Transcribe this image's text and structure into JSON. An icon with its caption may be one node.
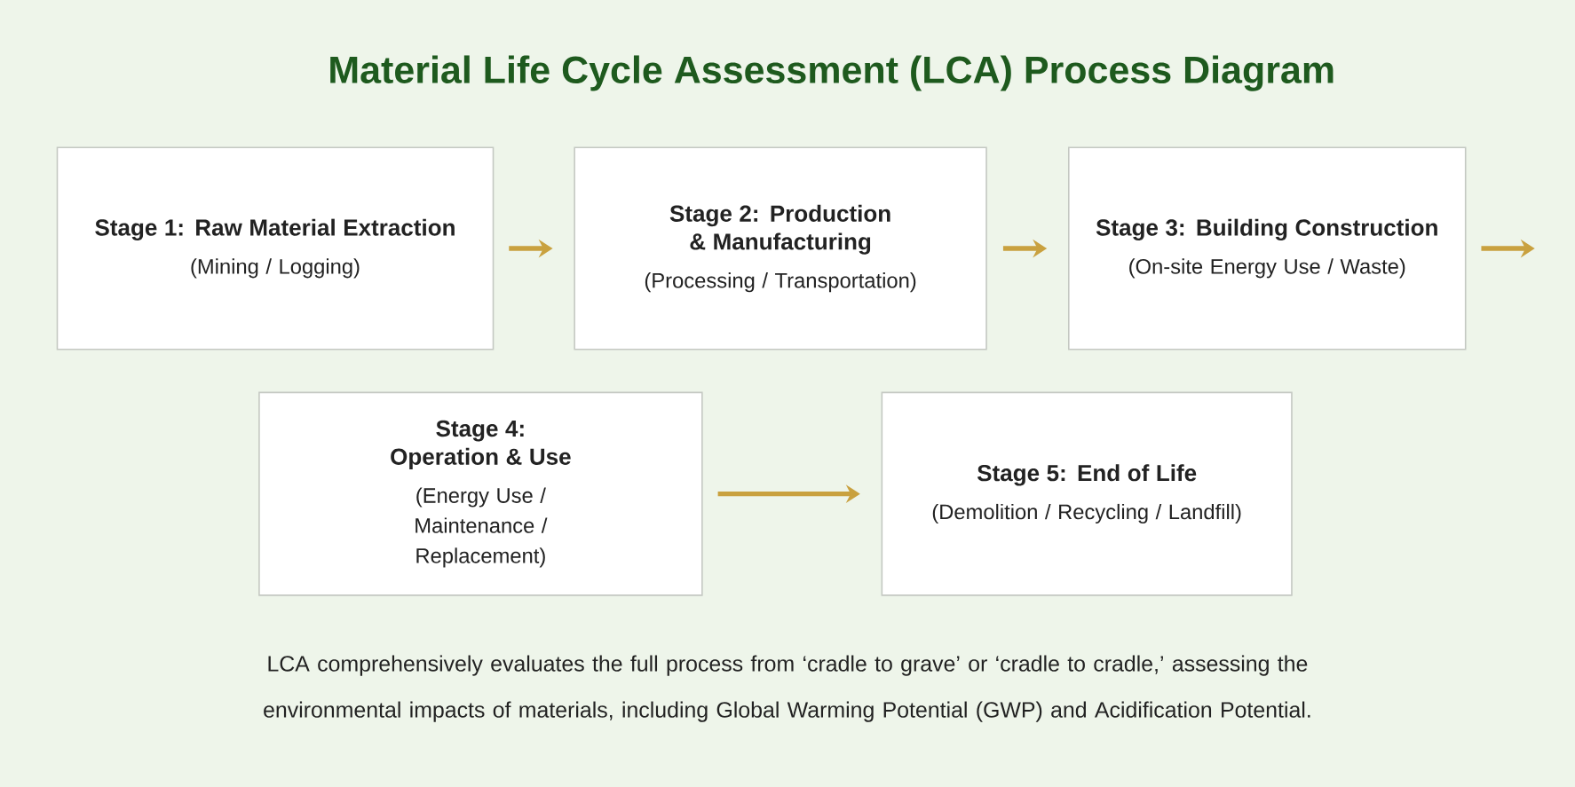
{
  "diagram": {
    "title": "Material Life Cycle Assessment (LCA) Process Diagram",
    "nodes": [
      {
        "text": [
          "Stage 1: Raw Material Extraction",
          "(Mining / Logging)"
        ]
      },
      {
        "text": [
          "Stage 2: Production & Manufacturing",
          "(Processing / Transportation)"
        ]
      },
      {
        "text": [
          "Stage 3: Building Construction",
          "(On-site Energy Use / Waste)"
        ]
      },
      {
        "text": [
          "Stage 4: Operation & Use",
          "(Energy Use / Maintenance / Replacement)"
        ]
      },
      {
        "text": [
          "Stage 5: End of Life",
          "(Demolition / Recycling / Landfill)"
        ]
      }
    ],
    "edges": [
      {
        "from": 0,
        "to": 1,
        "arrow": "to"
      },
      {
        "from": 1,
        "to": 2,
        "arrow": "to"
      },
      {
        "from": 2,
        "to": null,
        "arrow": "to"
      },
      {
        "from": 3,
        "to": 4,
        "arrow": "to"
      }
    ],
    "caption": "LCA comprehensively evaluates the full process from ‘cradle to grave’ or ‘cradle to cradle,’ assessing the environmental impacts of materials, including Global Warming Potential (GWP) and Acidification Potential."
  }
}
